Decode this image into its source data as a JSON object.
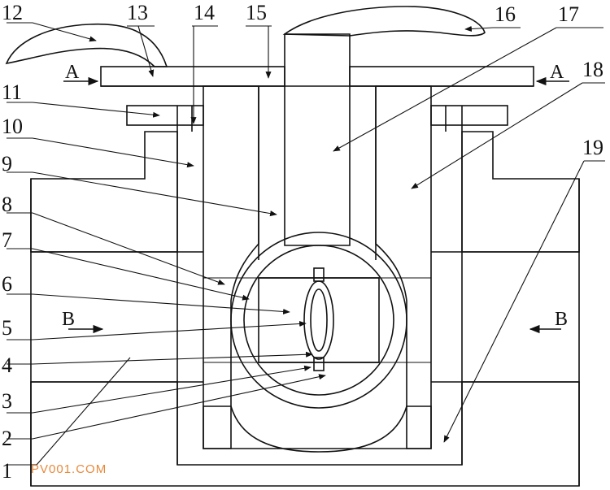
{
  "part_labels": [
    "1",
    "2",
    "3",
    "4",
    "5",
    "6",
    "7",
    "8",
    "9",
    "10",
    "11",
    "12",
    "13",
    "14",
    "15",
    "16",
    "17",
    "18",
    "19"
  ],
  "section_labels": {
    "a_left": "A",
    "a_right": "A",
    "b_left": "B",
    "b_right": "B"
  },
  "watermark": {
    "text": "PV001.COM",
    "color": "#e8893a"
  },
  "colors": {
    "line": "#111111",
    "background": "#ffffff"
  }
}
